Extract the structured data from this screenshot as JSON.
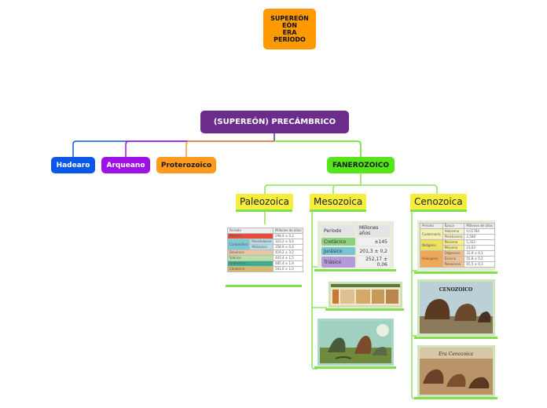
{
  "legend": {
    "line1": "SUPEREÓN",
    "line2": "EÓN",
    "line3": "ERA",
    "line4": "PERÍODO"
  },
  "root": {
    "label": "(SUPEREÓN) PRECÁMBRICO"
  },
  "eons": {
    "hadearo": "Hadearo",
    "arqueano": "Arqueano",
    "proterozoico": "Proterozoico",
    "fanerozoico": "FANEROZOICO"
  },
  "eras": {
    "paleozoica": "Paleozoica",
    "mesozoica": "Mesozoica",
    "cenozoica": "Cenozoica"
  },
  "paleo_table": {
    "header": [
      "Período",
      "Millones de años"
    ],
    "rows": [
      [
        "Pérmico",
        "",
        "298,9 ± 0,2"
      ],
      [
        "",
        "Pensilvánico",
        "323,2 ± 0,4"
      ],
      [
        "Carbonífero",
        "Misisipico",
        "358,9 ± 0,4"
      ],
      [
        "Devónico",
        "",
        "419,2 ± 3,2"
      ],
      [
        "Silúrico",
        "",
        "443,4 ± 1,5"
      ],
      [
        "Ordovícico",
        "",
        "485,4 ± 1,9"
      ],
      [
        "Cámbrico",
        "",
        "541,0 ± 1,0"
      ]
    ]
  },
  "meso_table": {
    "header": [
      "Período",
      "Millones años"
    ],
    "rows": [
      [
        "Cretácico",
        "±145"
      ],
      [
        "Jurásico",
        "201,3 ± 0,2"
      ],
      [
        "Triásico",
        "252,17 ± 0,06"
      ]
    ]
  },
  "ceno_table": {
    "header": [
      "Período",
      "Época",
      "Millones de años"
    ],
    "rows": [
      [
        "Cuaternario",
        "Holoceno",
        "0,01784"
      ],
      [
        "",
        "Pleistoceno",
        "2,588"
      ],
      [
        "Neógeno",
        "Plioceno",
        "5,332"
      ],
      [
        "",
        "Mioceno",
        "23,03"
      ],
      [
        "Paleógeno",
        "Oligoceno",
        "33,9 ± 0,1"
      ],
      [
        "",
        "Eoceno",
        "55,8 ± 0,2"
      ],
      [
        "",
        "Paleoceno",
        "65,5 ± 0,3"
      ]
    ]
  },
  "images": {
    "cenozoico_title": "CENOZOICO",
    "era_cenozoica_title": "Era Cenozoica"
  },
  "colors": {
    "legend": "#ff9900",
    "root": "#6b2c8c",
    "hadearo": "#0b57e8",
    "arqueano": "#9e10e6",
    "proterozoico": "#ff9a1f",
    "fanerozoico": "#55e61a",
    "era": "#f6ee3c"
  }
}
